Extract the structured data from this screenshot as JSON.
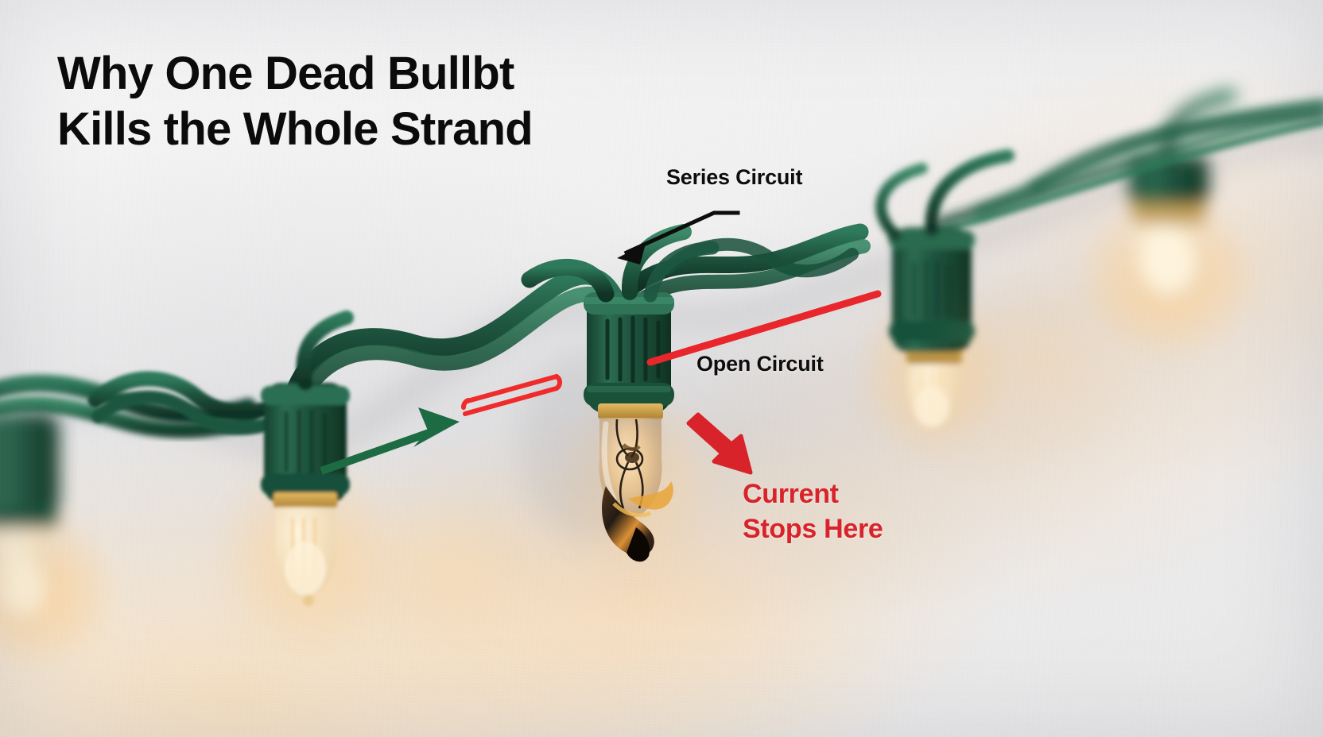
{
  "image": {
    "kind": "annotated-photo-diagram",
    "subject": "string of christmas lights on a white wall with one burnt-out bulb",
    "background_color": "#f2f2f3"
  },
  "title": {
    "text": "Why One Dead Bullbt\nKills the Whole Strand",
    "line1": "Why One Dead Bullbt",
    "line2": "Kills the Whole Strand",
    "color": "#0b0b0b"
  },
  "annotations": {
    "series_circuit": {
      "label": "Series Circuit",
      "color": "#0d0d0d",
      "leader": "elbow line with arrowhead pointing down-left to the twisted green wire"
    },
    "open_circuit": {
      "label": "Open Circuit",
      "color": "#0d0d0d",
      "marker": "red diagonal line",
      "marker_color": "#e8262b"
    },
    "current_stops_here": {
      "text": "Current\nStops Here",
      "line1": "Current",
      "line2": "Stops Here",
      "color": "#d8232a",
      "arrow": "thick red arrow pointing up-left at the burnt bulb"
    },
    "current_flow": {
      "name": "green-flow-arrow",
      "color": "#1d6b43",
      "direction": "right",
      "meaning": "current flowing toward the break"
    },
    "break_marker": {
      "name": "red-break-bracket",
      "color": "#ef2b2b",
      "style": "hollow outlined capsule marking the broken link"
    }
  },
  "scene": {
    "wire_color": "#1f5741",
    "socket_color": "#1d4a38",
    "bulb_glow_color": "#ffc878",
    "bulbs": [
      {
        "name": "bulb-far-left",
        "state": "lit",
        "focus": "blurred"
      },
      {
        "name": "bulb-left",
        "state": "lit",
        "focus": "soft"
      },
      {
        "name": "bulb-center-burnt",
        "state": "burnt-out",
        "focus": "sharp"
      },
      {
        "name": "bulb-right",
        "state": "lit",
        "focus": "soft"
      },
      {
        "name": "bulb-far-right",
        "state": "lit",
        "focus": "blurred"
      }
    ]
  }
}
